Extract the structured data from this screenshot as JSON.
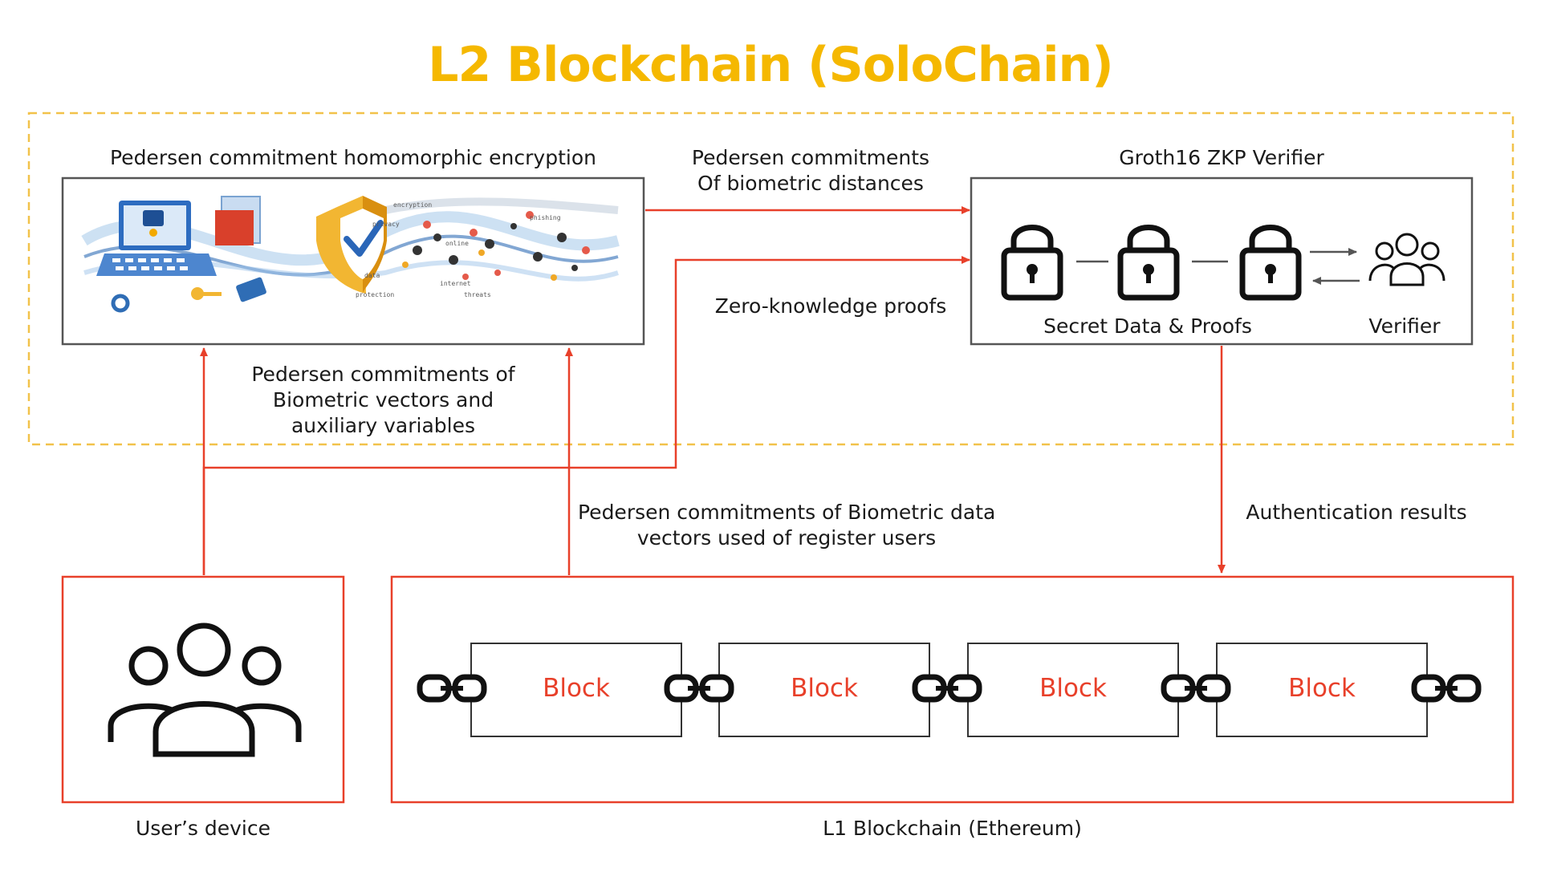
{
  "title": "L2 Blockchain (SoloChain)",
  "colors": {
    "title": "#f5b800",
    "accent": "#e8402a",
    "dashed_border": "#f2c24a",
    "box_border": "#555555",
    "text": "#1a1a1a"
  },
  "labels": {
    "pedersen_encryption": "Pedersen commitment homomorphic encryption",
    "pedersen_distances_1": "Pedersen commitments",
    "pedersen_distances_2": "Of biometric distances",
    "groth16": "Groth16 ZKP Verifier",
    "zk_proofs": "Zero-knowledge proofs",
    "secret_data": "Secret Data & Proofs",
    "verifier": "Verifier",
    "biometric_vectors_1": "Pedersen commitments of",
    "biometric_vectors_2": "Biometric vectors and",
    "biometric_vectors_3": "auxiliary variables",
    "register_users_1": "Pedersen commitments of Biometric data",
    "register_users_2": "vectors used of register users",
    "auth_results": "Authentication results",
    "users_device": "User’s device",
    "l1_blockchain": "L1 Blockchain (Ethereum)"
  },
  "illustration_words": [
    "encryption",
    "privacy",
    "phishing",
    "online",
    "data",
    "protection",
    "internet",
    "threats"
  ],
  "blocks": [
    "Block",
    "Block",
    "Block",
    "Block"
  ],
  "icons": {
    "locks": [
      "padlock-icon",
      "padlock-icon",
      "padlock-icon"
    ],
    "verifier": "group-icon",
    "device": "users-group-icon",
    "chain": "chain-link-icon"
  }
}
